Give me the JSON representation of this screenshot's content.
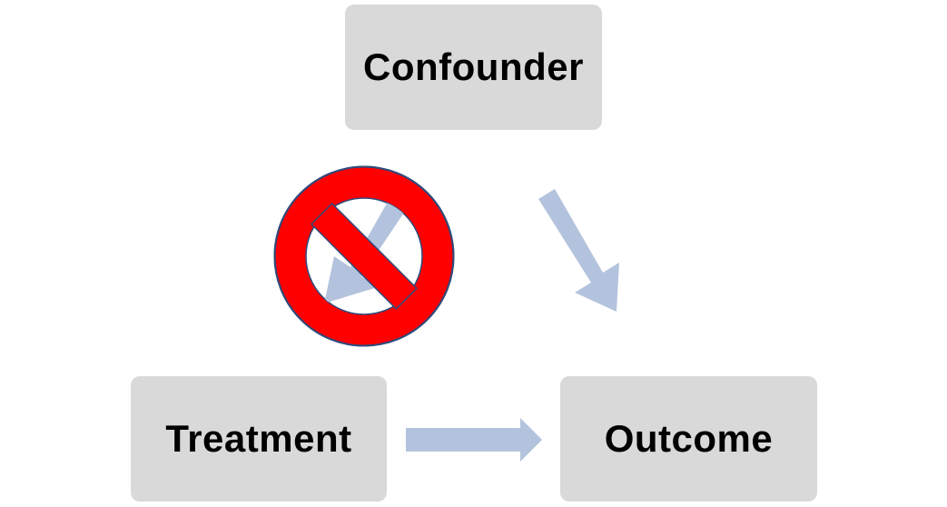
{
  "nodes": {
    "confounder": "Confounder",
    "treatment": "Treatment",
    "outcome": "Outcome"
  },
  "edges": [
    {
      "from": "confounder",
      "to": "treatment",
      "blocked": true
    },
    {
      "from": "confounder",
      "to": "outcome",
      "blocked": false
    },
    {
      "from": "treatment",
      "to": "outcome",
      "blocked": false
    }
  ],
  "colors": {
    "node_fill": "#d9d9d9",
    "arrow_fill": "#b4c3dd",
    "prohibition_fill": "#ff0000",
    "prohibition_stroke": "#2f4a7a"
  },
  "icons": {
    "blocked_marker": "prohibition-icon"
  }
}
